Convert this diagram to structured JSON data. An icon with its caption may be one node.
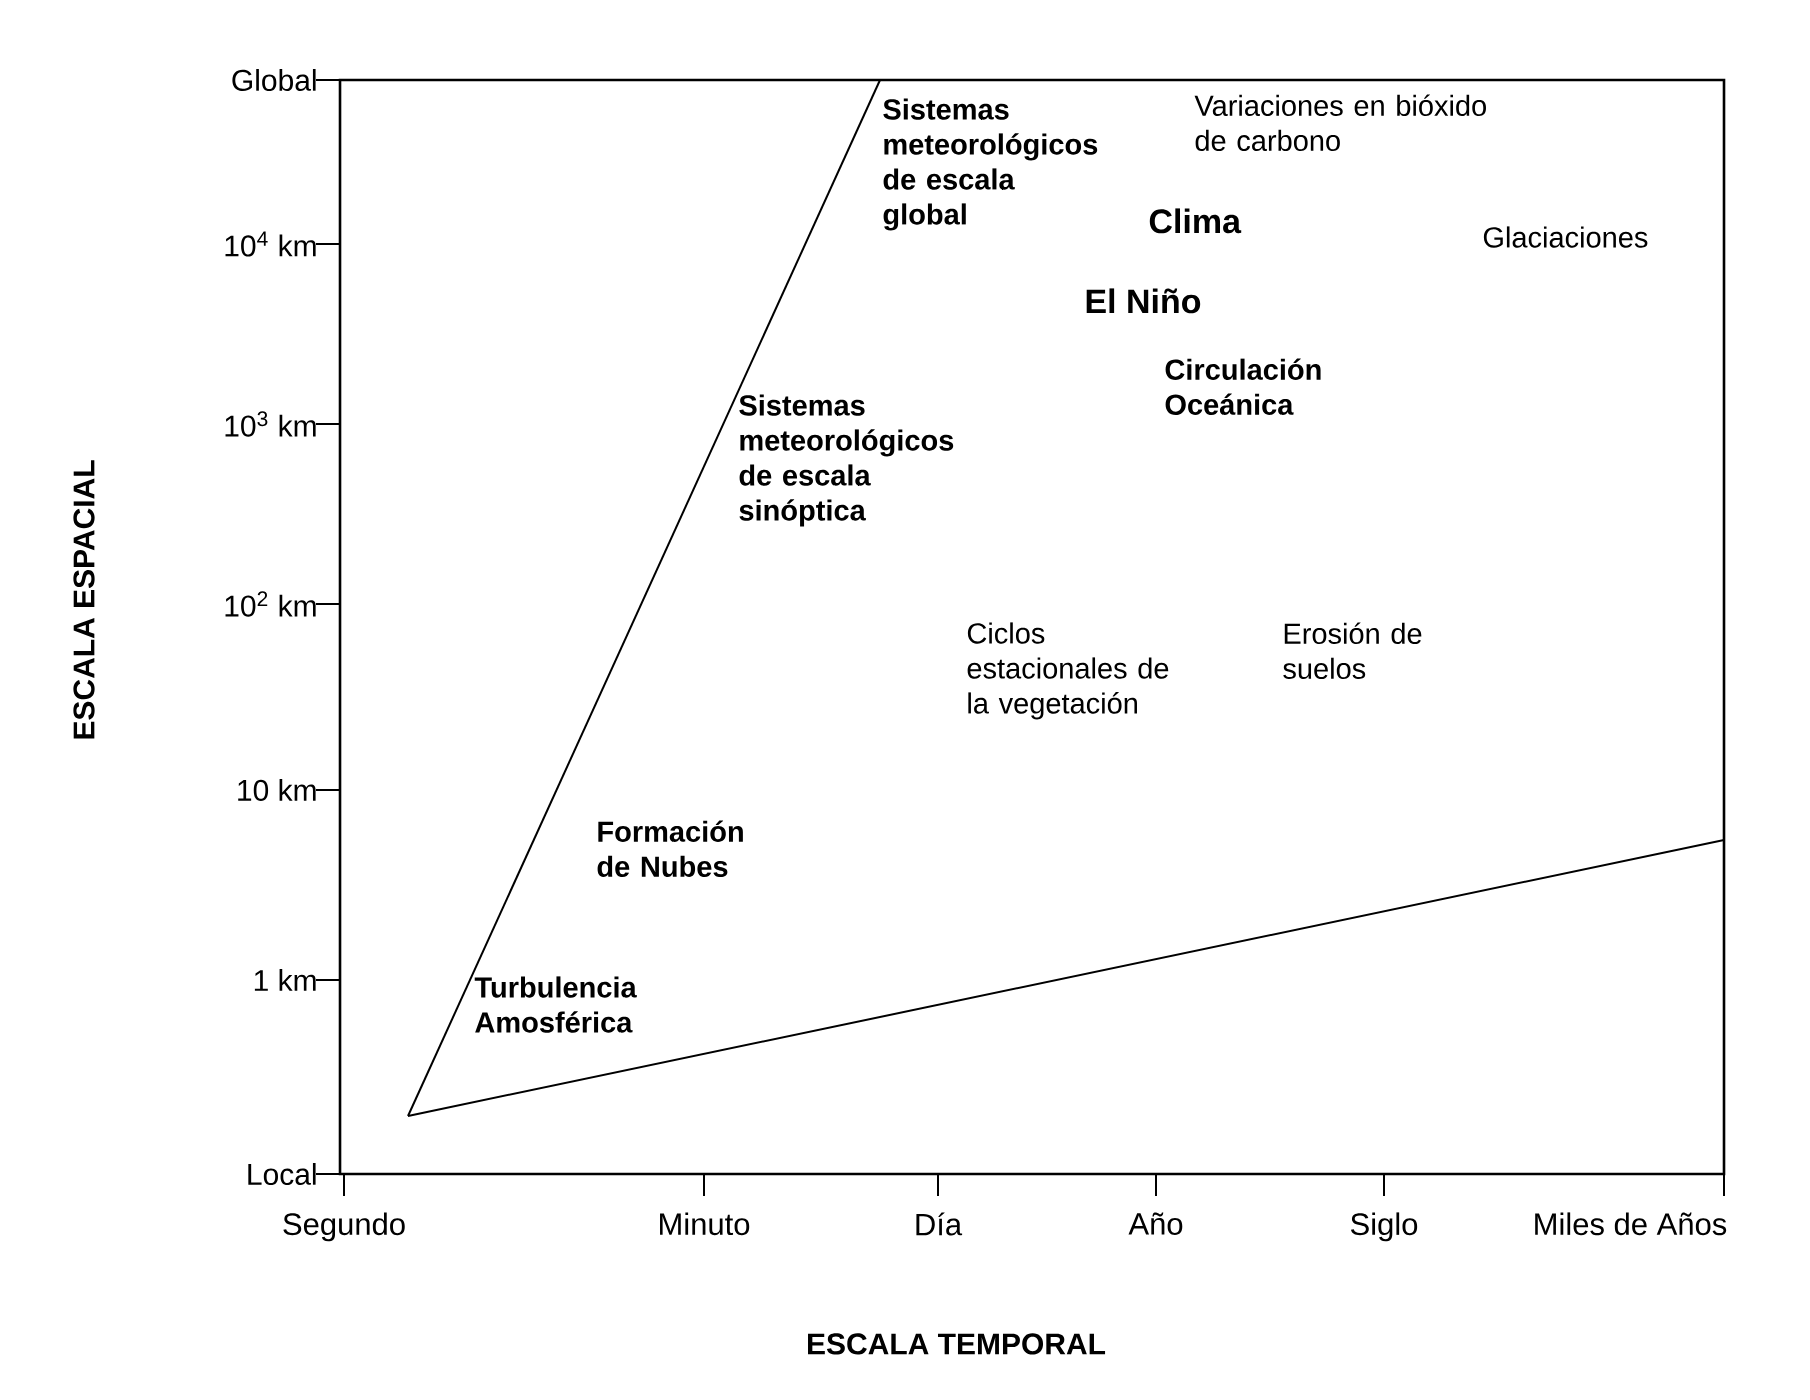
{
  "diagram": {
    "labels": [
      "Global",
      "Sistemas meteorológicos de escala global",
      "Variaciones en bióxido de carbono",
      "10$^{4}$ km",
      "Clima",
      "Glaciaciones",
      "El Niño",
      "10$^{3}$ km",
      "Circulación Oceánica",
      "Sistemas meteorológicos de escala sinóptica",
      "ESCALA ESPACIAL",
      "10$^{2}$ km",
      "Ciclos estacionales de la vegetación",
      "Erosión de suelos",
      "10 km",
      "Formación de Nubes",
      "1 km",
      "Turbulencia Amosférica",
      "Local",
      "Segundo",
      "Minuto",
      "Día",
      "Año",
      "Siglo",
      "Miles de Años",
      "ESCALA TEMPORAL"
    ]
  }
}
